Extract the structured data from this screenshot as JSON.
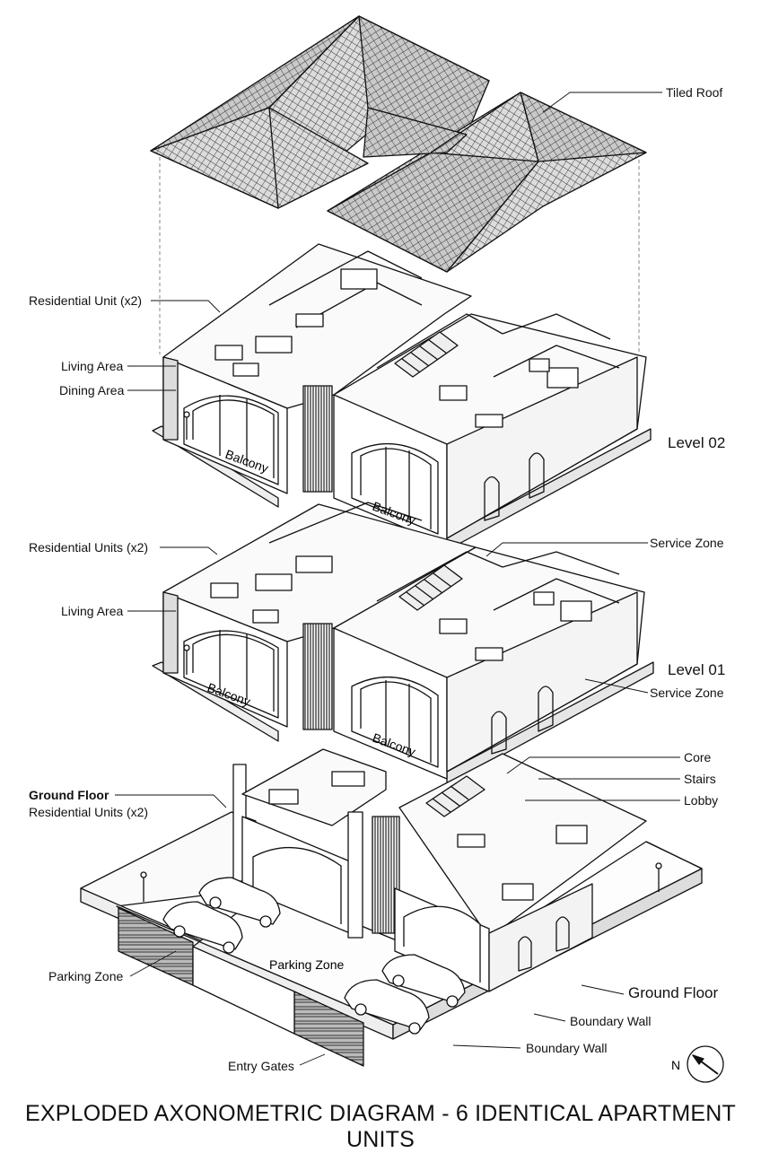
{
  "title": "EXPLODED AXONOMETRIC DIAGRAM - 6 IDENTICAL APARTMENT UNITS",
  "labels": {
    "tiled_roof": "Tiled Roof",
    "l2_residential": "Residential Unit (x2)",
    "l2_living": "Living Area",
    "l2_dining": "Dining Area",
    "level_02": "Level 02",
    "balcony": "Balcony",
    "l1_residential": "Residential Units (x2)",
    "service_zone": "Service Zone",
    "l1_living": "Living Area",
    "level_01": "Level 01",
    "core": "Core",
    "stairs": "Stairs",
    "lobby": "Lobby",
    "ground_floor_bold": "Ground Floor",
    "ground_residential": "Residential Units (x2)",
    "parking_zone": "Parking Zone",
    "ground_floor": "Ground Floor",
    "boundary_wall": "Boundary Wall",
    "entry_gates": "Entry Gates",
    "north": "N"
  }
}
